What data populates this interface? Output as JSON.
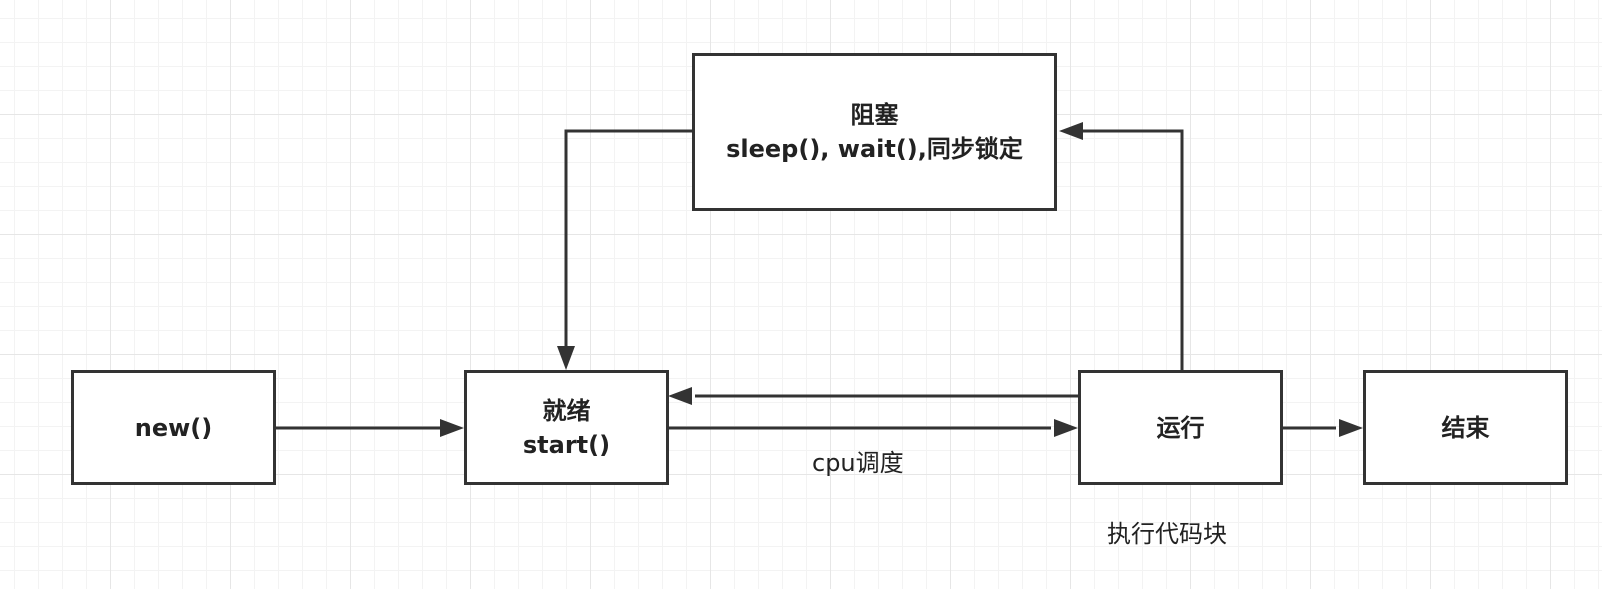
{
  "nodes": {
    "blocked": {
      "title": "阻塞",
      "subtitle": "sleep(), wait(),同步锁定"
    },
    "new": {
      "title": "new()"
    },
    "ready": {
      "title": "就绪",
      "subtitle": "start()"
    },
    "running": {
      "title": "运行"
    },
    "ended": {
      "title": "结束"
    }
  },
  "edge_labels": {
    "cpu_schedule": "cpu调度",
    "execute_block": "执行代码块"
  },
  "colors": {
    "stroke": "#333333",
    "grid": "#e6e6e6"
  }
}
